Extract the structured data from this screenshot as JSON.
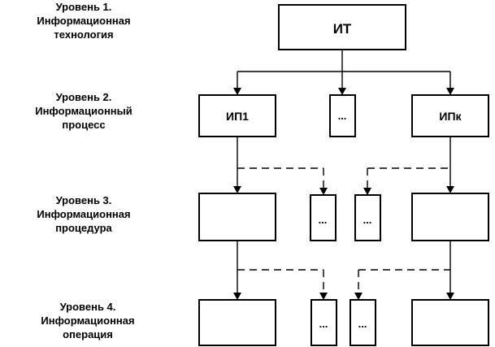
{
  "levels": [
    {
      "title": "Уровень 1.",
      "name_line1": "Информационная",
      "name_line2": "технология"
    },
    {
      "title": "Уровень 2.",
      "name_line1": "Информационный",
      "name_line2": "процесс"
    },
    {
      "title": "Уровень 3.",
      "name_line1": "Информационная",
      "name_line2": "процедура"
    },
    {
      "title": "Уровень 4.",
      "name_line1": "Информационная",
      "name_line2": "операция"
    }
  ],
  "boxes": {
    "it": "ИТ",
    "ip1": "ИП1",
    "ellipsis": "...",
    "ipk": "ИПк"
  }
}
